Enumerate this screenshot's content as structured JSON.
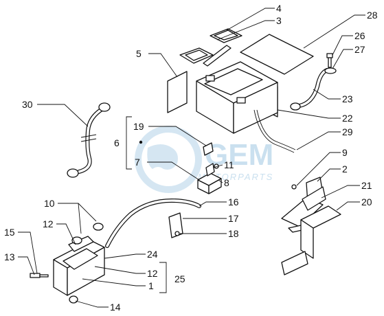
{
  "diagram": {
    "watermark": {
      "logo_text": "GEM",
      "tagline": "MOTORPARTS",
      "color": "#b9d6ea"
    },
    "callouts": [
      {
        "id": "c4",
        "text": "4"
      },
      {
        "id": "c3",
        "text": "3"
      },
      {
        "id": "c28",
        "text": "28"
      },
      {
        "id": "c26",
        "text": "26"
      },
      {
        "id": "c27",
        "text": "27"
      },
      {
        "id": "c5",
        "text": "5"
      },
      {
        "id": "c30",
        "text": "30"
      },
      {
        "id": "c23",
        "text": "23"
      },
      {
        "id": "c22",
        "text": "22"
      },
      {
        "id": "c29",
        "text": "29"
      },
      {
        "id": "c19",
        "text": "19"
      },
      {
        "id": "c6",
        "text": "6"
      },
      {
        "id": "c7",
        "text": "7"
      },
      {
        "id": "c11",
        "text": "11"
      },
      {
        "id": "c8",
        "text": "8"
      },
      {
        "id": "c9",
        "text": "9"
      },
      {
        "id": "c2",
        "text": "2"
      },
      {
        "id": "c21",
        "text": "21"
      },
      {
        "id": "c20",
        "text": "20"
      },
      {
        "id": "c10",
        "text": "10"
      },
      {
        "id": "c16",
        "text": "16"
      },
      {
        "id": "c17",
        "text": "17"
      },
      {
        "id": "c18",
        "text": "18"
      },
      {
        "id": "c12a",
        "text": "12"
      },
      {
        "id": "c15",
        "text": "15"
      },
      {
        "id": "c13",
        "text": "13"
      },
      {
        "id": "c24",
        "text": "24"
      },
      {
        "id": "c12b",
        "text": "12"
      },
      {
        "id": "c1",
        "text": "1"
      },
      {
        "id": "c25",
        "text": "25"
      },
      {
        "id": "c14",
        "text": "14"
      }
    ]
  }
}
